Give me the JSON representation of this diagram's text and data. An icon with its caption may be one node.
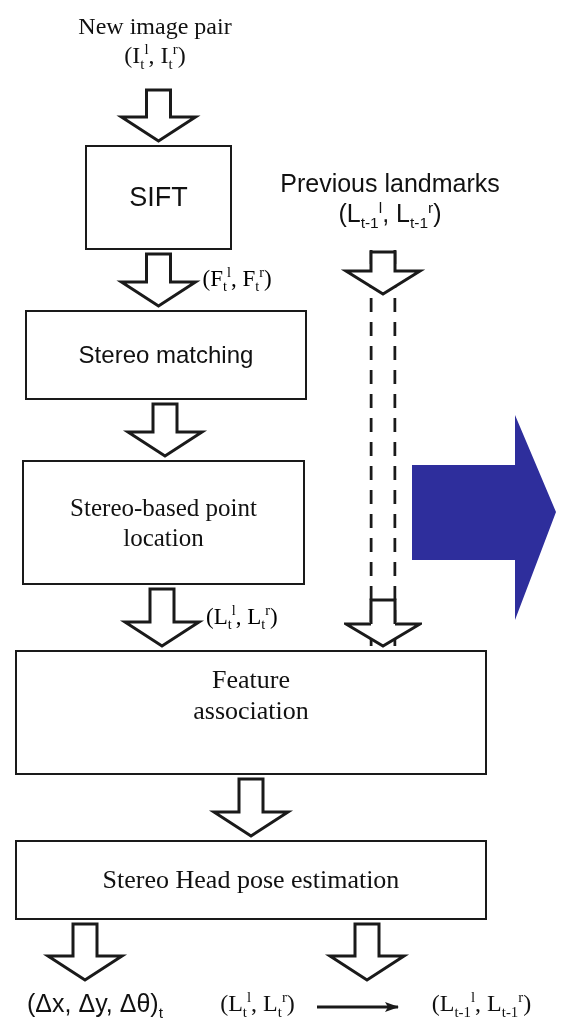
{
  "diagram": {
    "nodes": [
      {
        "text": [
          "New image pair",
          "(I$_{t}$$^{l}$, I$_{t}$$^{r}$)"
        ]
      },
      {
        "text": [
          "SIFT"
        ]
      },
      {
        "text": [
          "Previous landmarks",
          "(L$_{t-1}$$^{l}$, L$_{t-1}$$^{r}$)"
        ]
      },
      {
        "text": [
          "Stereo matching"
        ]
      },
      {
        "text": [
          "Stereo-based point location"
        ]
      },
      {
        "text": [
          "Feature association"
        ]
      },
      {
        "text": [
          "Stereo Head pose estimation"
        ]
      },
      {
        "text": [
          "(Δx, Δy, Δθ)$_{t}$"
        ]
      },
      {
        "text": [
          "(L$_{t}$$^{l}$, L$_{t}$$^{r}$)"
        ]
      },
      {
        "text": [
          "(L$_{t-1}$$^{l}$, L$_{t-1}$$^{r}$)"
        ]
      }
    ],
    "edges": [
      {
        "from": 0,
        "to": 1,
        "arrow": "to",
        "style": "thick"
      },
      {
        "from": 1,
        "to": 3,
        "arrow": "to",
        "style": "thick",
        "label": "(F$_{t}$$^{l}$, F$_{t}$$^{r}$)"
      },
      {
        "from": 3,
        "to": 4,
        "arrow": "to",
        "style": "thick"
      },
      {
        "from": 4,
        "to": 5,
        "arrow": "to",
        "style": "thick",
        "label": "(L$_{t}$$^{l}$, L$_{t}$$^{r}$)"
      },
      {
        "from": 2,
        "to": 5,
        "arrow": "to",
        "style": "dashed"
      },
      {
        "from": 5,
        "to": 6,
        "arrow": "to",
        "style": "thick"
      },
      {
        "from": 6,
        "to": 7,
        "arrow": "to",
        "style": "thick"
      },
      {
        "from": 6,
        "to": 8,
        "arrow": "to",
        "style": "thick"
      },
      {
        "from": 8,
        "to": 9,
        "arrow": "to"
      }
    ]
  }
}
